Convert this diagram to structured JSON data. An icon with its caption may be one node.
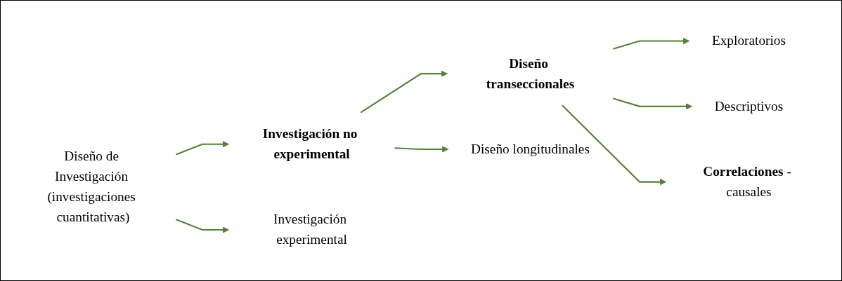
{
  "diagram": {
    "nodes": [
      {
        "text": [
          "Diseño de Investigación (investigaciones cuantitativas)"
        ]
      },
      {
        "text": [
          "Investigación no experimental"
        ]
      },
      {
        "text": [
          "Investigación experimental"
        ]
      },
      {
        "text": [
          "Diseño transeccionales"
        ]
      },
      {
        "text": [
          "Diseño longitudinales"
        ]
      },
      {
        "text": [
          "Exploratorios"
        ]
      },
      {
        "text": [
          "Descriptivos"
        ]
      },
      {
        "text": [
          "**Correlaciones** - causales"
        ]
      }
    ],
    "edges": [
      {
        "from": 0,
        "to": 1,
        "arrow": "to"
      },
      {
        "from": 0,
        "to": 2,
        "arrow": "to"
      },
      {
        "from": 1,
        "to": 3,
        "arrow": "to"
      },
      {
        "from": 1,
        "to": 4,
        "arrow": "to"
      },
      {
        "from": 3,
        "to": 5,
        "arrow": "to"
      },
      {
        "from": 3,
        "to": 6,
        "arrow": "to"
      },
      {
        "from": 3,
        "to": 7,
        "arrow": "to"
      }
    ]
  }
}
